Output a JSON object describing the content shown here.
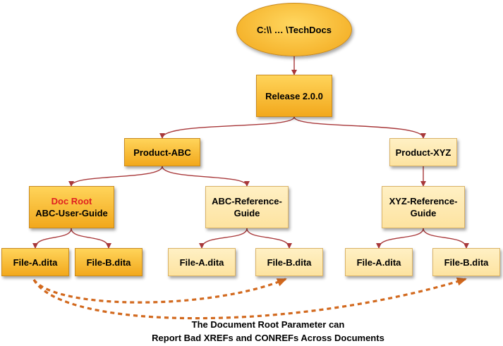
{
  "root": {
    "label": "C:\\\\ … \\TechDocs"
  },
  "release": {
    "label": "Release 2.0.0"
  },
  "products": [
    {
      "label": "Product-ABC"
    },
    {
      "label": "Product-XYZ"
    }
  ],
  "guides": [
    {
      "tag": "Doc Root",
      "label": "ABC-User-Guide"
    },
    {
      "label_line1": "ABC-Reference-",
      "label_line2": "Guide"
    },
    {
      "label_line1": "XYZ-Reference-",
      "label_line2": "Guide"
    }
  ],
  "files": [
    {
      "label": "File-A.dita"
    },
    {
      "label": "File-B.dita"
    },
    {
      "label": "File-A.dita"
    },
    {
      "label": "File-B.dita"
    },
    {
      "label": "File-A.dita"
    },
    {
      "label": "File-B.dita"
    }
  ],
  "note": {
    "line1": "The Document Root Parameter can",
    "line2": "Report Bad XREFs and CONREFs Across Documents"
  },
  "colors": {
    "connector": "#a8383a",
    "dashed_arrow": "#d2691e",
    "doc_root_tag": "#e02020"
  }
}
